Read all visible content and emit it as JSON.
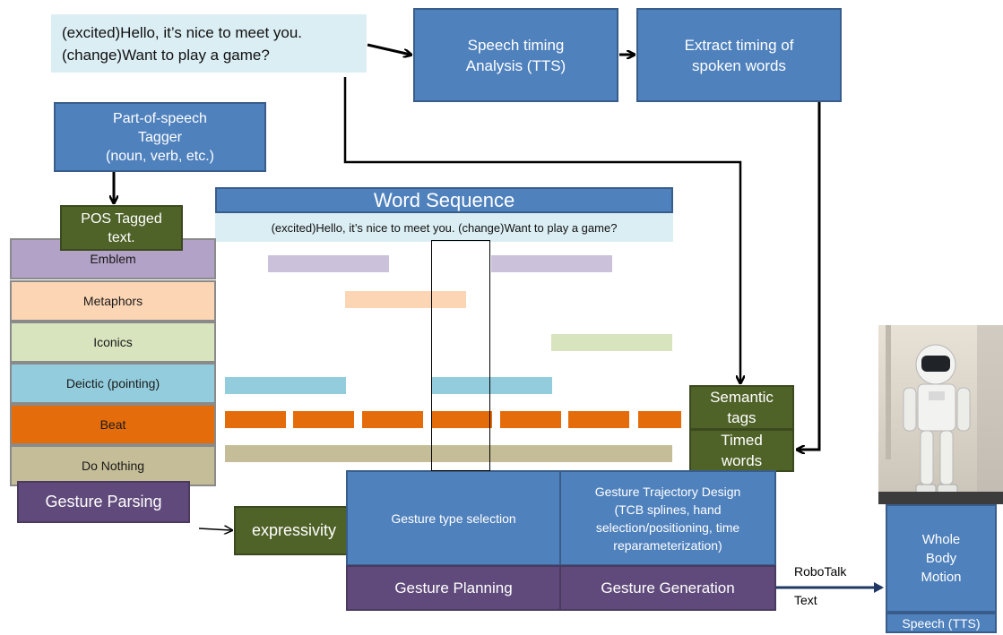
{
  "input": {
    "line1": "(excited)Hello, it’s nice to meet you.",
    "line2": "(change)Want to play a game?"
  },
  "speech_timing": "Speech timing\nAnalysis (TTS)",
  "extract_timing": "Extract timing of\nspoken words",
  "pos_tagger": "Part-of-speech\nTagger\n(noun, verb, etc.)",
  "pos_tagged": "POS Tagged\ntext.",
  "word_sequence": {
    "title": "Word Sequence",
    "text": "(excited)Hello, it’s nice to meet you. (change)Want to play a game?"
  },
  "categories": [
    {
      "label": "Emblem",
      "color": "#b3a2c7"
    },
    {
      "label": "Metaphors",
      "color": "#fcd5b5"
    },
    {
      "label": "Iconics",
      "color": "#d7e4bd"
    },
    {
      "label": "Deictic (pointing)",
      "color": "#93cddd"
    },
    {
      "label": "Beat",
      "color": "#e46c0a"
    },
    {
      "label": "Do Nothing",
      "color": "#c4bd97"
    }
  ],
  "bar_colors": {
    "emblem": "#ccc1da",
    "metaphors": "#fcd5b5",
    "iconics": "#d7e4bd",
    "deictic": "#93cddd",
    "beat": "#e46c0a",
    "nothing": "#c4bd97"
  },
  "gesture_parsing": "Gesture Parsing",
  "expressivity": "expressivity",
  "semantic_tags": "Semantic\ntags",
  "timed_words": "Timed\nwords",
  "gesture_type_selection": "Gesture type selection",
  "trajectory_design": "Gesture Trajectory Design\n(TCB splines, hand\nselection/positioning, time\nreparameterization)",
  "gesture_planning": "Gesture Planning",
  "gesture_generation": "Gesture Generation",
  "robotalk": "RoboTalk",
  "text_label": "Text",
  "whole_body": "Whole\nBody\nMotion",
  "speech_tts": "Speech (TTS)",
  "colors": {
    "blue": "#4f81bd",
    "green": "#4f6228",
    "purple": "#604a7b",
    "input_bg": "#dbeef4",
    "arrow": "#1f3864"
  }
}
